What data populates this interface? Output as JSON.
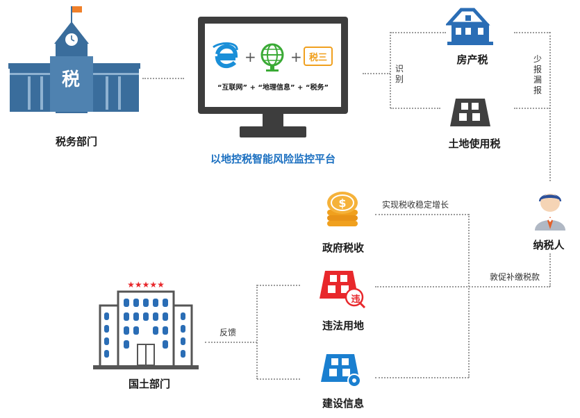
{
  "tax_dept": {
    "label": "税务部门",
    "building_char": "税"
  },
  "monitor": {
    "formula": "“互联网” + “地理信息” + “税务”",
    "tax_badge": "税三",
    "platform_title": "以地控税智能风险监控平台"
  },
  "house_tax": {
    "label": "房产税"
  },
  "land_use_tax": {
    "label": "土地使用税"
  },
  "identify_text": "识别",
  "under_report_text": "少报漏报",
  "taxpayer": {
    "label": "纳税人"
  },
  "gov_tax": {
    "label": "政府税收"
  },
  "stable_growth_text": "实现税收稳定增长",
  "urge_text": "敦促补缴税款",
  "illegal_land": {
    "label": "违法用地",
    "badge_char": "违"
  },
  "construction_info": {
    "label": "建设信息"
  },
  "feedback_text": "反馈",
  "land_dept": {
    "label": "国土部门"
  },
  "colors": {
    "blue": "#1a6fc0",
    "building_blue": "#3a6d9c",
    "gray_monitor": "#3d3d3d",
    "red": "#e8282c",
    "gold": "#f0a01e"
  }
}
